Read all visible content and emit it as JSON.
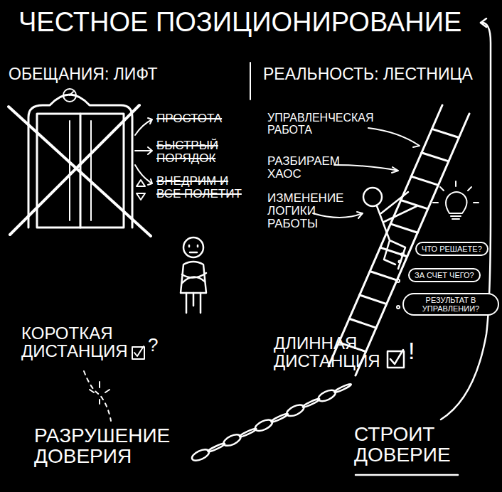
{
  "diagram": {
    "title": "ЧЕСТНОЕ ПОЗИЦИОНИРОВАНИЕ",
    "nodes": [
      {
        "text": [
          "ЧТО РЕШАЕТЕ?"
        ]
      },
      {
        "text": [
          "ЗА СЧЕТ ЧЕГО?"
        ]
      },
      {
        "text": [
          "РЕЗУЛЬТАТ В УПРАВЛЕНИИ?"
        ]
      }
    ],
    "labels": [
      "ОБЕЩАНИЯ: ЛИФТ",
      "РЕАЛЬНОСТЬ: ЛЕСТНИЦА",
      "ПРОСТОТА",
      "БЫСТРЫЙ ПОРЯДОК",
      "ВНЕДРИМ И ВСЕ ПОЛЕТИТ",
      "УПРАВЛЕНЧЕСКАЯ РАБОТА",
      "РАЗБИРАЕМ ХАОС",
      "ИЗМЕНЕНИЕ ЛОГИКИ РАБОТЫ",
      "КОРОТКАЯ ДИСТАНЦИЯ",
      "?",
      "ДЛИННАЯ ДИСТАНЦИЯ",
      "!",
      "РАЗРУШЕНИЕ ДОВЕРИЯ",
      "СТРОИТ ДОВЕРИЕ"
    ]
  }
}
